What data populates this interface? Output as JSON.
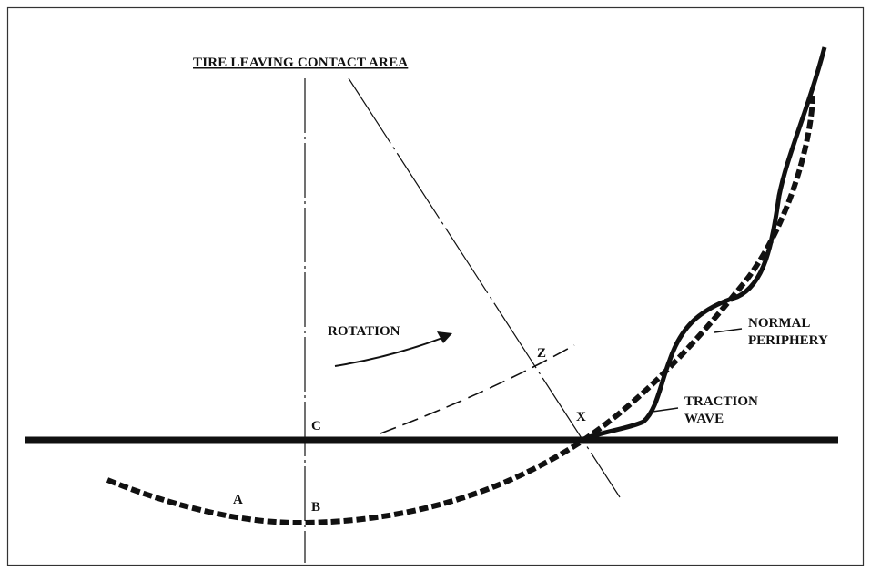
{
  "diagram": {
    "title": "TIRE LEAVING CONTACT AREA",
    "labels": {
      "rotation": "ROTATION",
      "point_a": "A",
      "point_b": "B",
      "point_c": "C",
      "point_x": "X",
      "point_z": "Z",
      "normal_periphery_line1": "NORMAL",
      "normal_periphery_line2": "PERIPHERY",
      "traction_wave_line1": "TRACTION",
      "traction_wave_line2": "WAVE"
    },
    "colors": {
      "ink": "#111111",
      "background": "#ffffff",
      "frame": "#333333"
    }
  }
}
